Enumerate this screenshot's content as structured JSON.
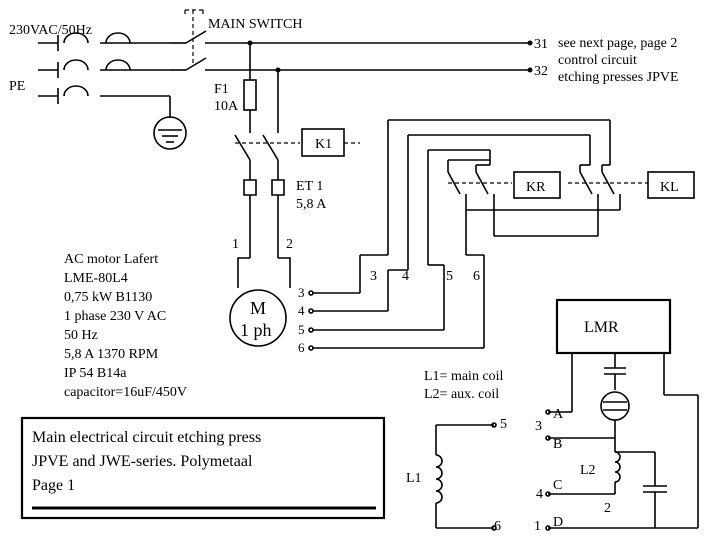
{
  "supply": {
    "voltage": "230VAC/50Hz",
    "pe": "PE",
    "main_switch": "MAIN SWITCH"
  },
  "fuse": {
    "name": "F1",
    "rating": "10A"
  },
  "relays": {
    "k1": "K1",
    "kr": "KR",
    "kl": "KL"
  },
  "thermal": {
    "name": "ET 1",
    "rating": "5,8 A"
  },
  "terminals": {
    "t31": "31",
    "t32": "32"
  },
  "next_page_note": [
    "see next page, page 2",
    "control circuit",
    "etching presses JPVE"
  ],
  "motor": {
    "symbol_line1": "M",
    "symbol_line2": "1 ph",
    "specs": [
      "AC motor Lafert",
      "LME-80L4",
      "0,75 kW B1130",
      "1 phase 230 V AC",
      "50 Hz",
      "5,8 A 1370 RPM",
      "IP 54 B14a",
      "capacitor=16uF/450V"
    ],
    "lead_1": "1",
    "lead_2": "2",
    "terminals": [
      "3",
      "4",
      "5",
      "6"
    ]
  },
  "bus_labels": [
    "3",
    "4",
    "5",
    "6"
  ],
  "coil_legend": [
    "L1= main coil",
    "L2= aux. coil"
  ],
  "title_block": [
    "Main electrical circuit etching press",
    "JPVE  and JWE-series. Polymetaal",
    "Page 1"
  ],
  "l1_coil": {
    "name": "L1",
    "top": "5",
    "bottom": "6"
  },
  "lmr": {
    "name": "LMR",
    "coil_l2": "L2",
    "l2_tap": "2",
    "ports": [
      {
        "num": "3",
        "letter": "A"
      },
      {
        "num": "",
        "letter": "B"
      },
      {
        "num": "4",
        "letter": "C"
      },
      {
        "num": "1",
        "letter": "D"
      }
    ]
  }
}
